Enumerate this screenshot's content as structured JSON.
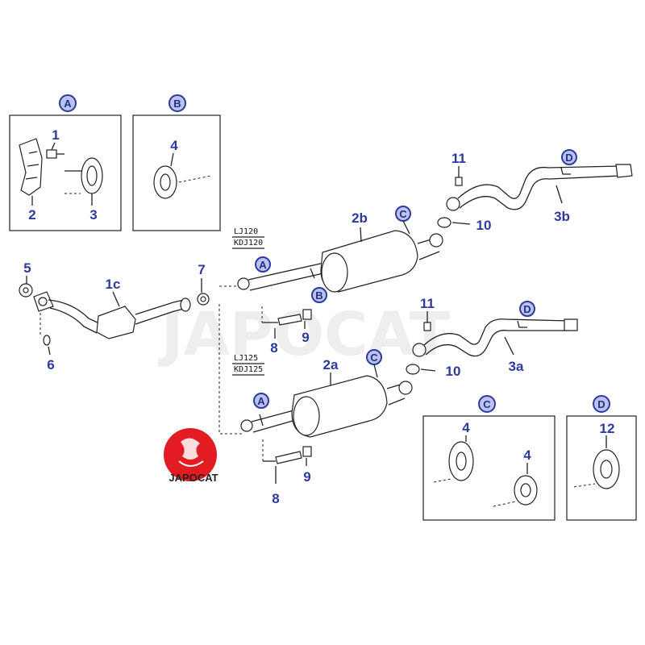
{
  "watermark": "JAPOCAT",
  "logo": {
    "text": "JAPOCAT",
    "color": "#e31b23"
  },
  "colors": {
    "callout": "#2e3a9e",
    "circle_fill": "#b9c2f0"
  },
  "insets": {
    "A": {
      "letter": "A",
      "labels": [
        "1",
        "2",
        "3"
      ]
    },
    "B": {
      "letter": "B",
      "labels": [
        "4"
      ]
    },
    "C": {
      "letter": "C",
      "labels": [
        "4",
        "4"
      ]
    },
    "D": {
      "letter": "D",
      "labels": [
        "12"
      ]
    }
  },
  "models": {
    "upper": [
      "LJ120",
      "KDJ120"
    ],
    "lower": [
      "LJ125",
      "KDJ125"
    ]
  },
  "callouts": {
    "p1c": "1c",
    "p2a": "2a",
    "p2b": "2b",
    "p3a": "3a",
    "p3b": "3b",
    "p5": "5",
    "p6": "6",
    "p7": "7",
    "p8_upper": "8",
    "p8_lower": "8",
    "p9_upper": "9",
    "p9_lower": "9",
    "p10_upper": "10",
    "p10_lower": "10",
    "p11_upper": "11",
    "p11_lower": "11"
  },
  "ref_letters": {
    "upper_A": "A",
    "upper_B": "B",
    "upper_C": "C",
    "upper_D": "D",
    "lower_A": "A",
    "lower_C": "C",
    "lower_D": "D"
  }
}
